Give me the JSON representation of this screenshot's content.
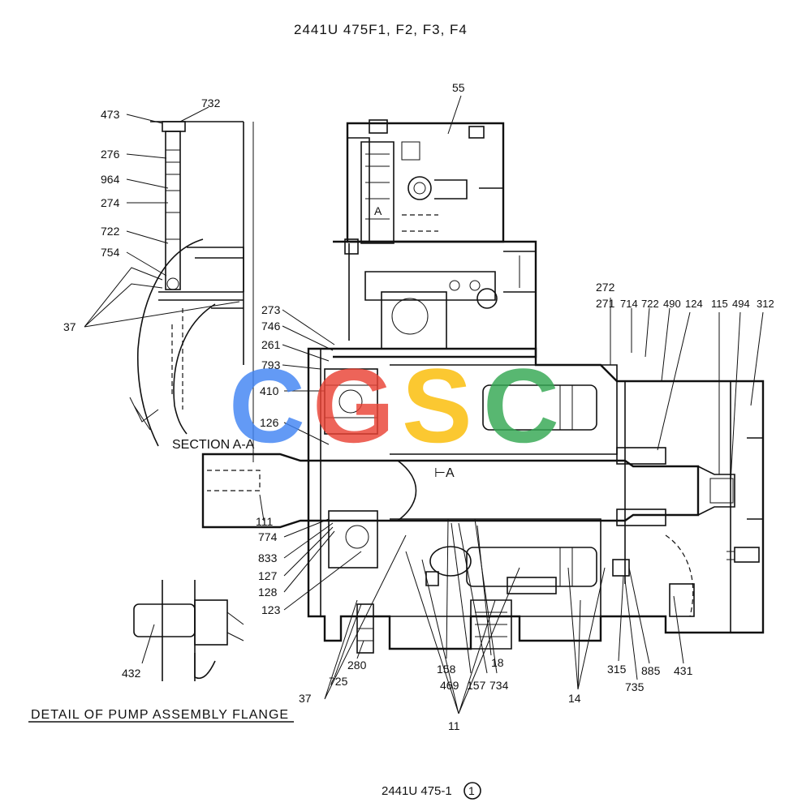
{
  "drawing": {
    "title": "2441U 475F1, F2, F3, F4",
    "footer_code": "2441U 475-1",
    "footer_circle": "1",
    "section_label": "SECTION A-A",
    "section_mark": "A",
    "shaft_mark": "⊢A",
    "detail_caption": "DETAIL OF PUMP ASSEMBLY FLANGE"
  },
  "watermark": {
    "letters": [
      "C",
      "G",
      "S",
      "C"
    ],
    "colors": [
      "#4285F4",
      "#EA4335",
      "#FBBC05",
      "#34A853"
    ]
  },
  "parts": {
    "p55": "55",
    "p473": "473",
    "p732": "732",
    "p276": "276",
    "p964": "964",
    "p274": "274",
    "p722a": "722",
    "p754": "754",
    "p37a": "37",
    "p273": "273",
    "p746": "746",
    "p261": "261",
    "p793": "793",
    "p410": "410",
    "p126": "126",
    "p111": "111",
    "p774": "774",
    "p833": "833",
    "p127": "127",
    "p128": "128",
    "p123": "123",
    "p432": "432",
    "p280": "280",
    "p725": "725",
    "p37b": "37",
    "p272": "272",
    "p271": "271",
    "p714": "714",
    "p722b": "722",
    "p490": "490",
    "p124": "124",
    "p115": "115",
    "p494": "494",
    "p312": "312",
    "p158": "158",
    "p469": "469",
    "p157": "157",
    "p734": "734",
    "p18": "18",
    "p11": "11",
    "p14": "14",
    "p315": "315",
    "p885": "885",
    "p431": "431",
    "p735": "735"
  }
}
